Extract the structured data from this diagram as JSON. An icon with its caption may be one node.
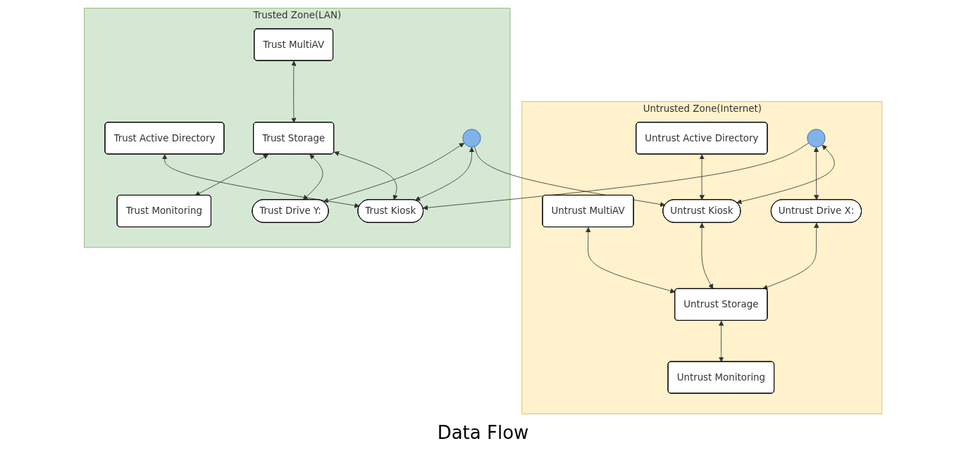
{
  "diagram": {
    "nodes": [
      {
        "text": [
          "Untrusted Zone(Internet)"
        ]
      },
      {
        "text": [
          "Untrust Active Directory"
        ],
        "in": 0
      },
      {
        "text": [
          "Untrust MultiAV"
        ],
        "in": 0
      },
      {
        "text": [],
        "shape": "person",
        "in": 0
      },
      {
        "text": [
          "Untrust Kiosk"
        ],
        "in": 0
      },
      {
        "text": [
          "Untrust Storage"
        ],
        "in": 0
      },
      {
        "text": [
          "Untrust Drive X:"
        ],
        "in": 0
      },
      {
        "text": [
          "Untrust Monitoring"
        ],
        "in": 0
      },
      {
        "text": [
          "Trusted Zone(LAN)"
        ]
      },
      {
        "text": [
          "Trust MultiAV"
        ],
        "in": 8
      },
      {
        "text": [
          "Trust Active Directory"
        ],
        "in": 8
      },
      {
        "text": [
          "Trust Storage"
        ],
        "in": 8
      },
      {
        "text": [
          "Trust Kiosk"
        ],
        "in": 8
      },
      {
        "text": [],
        "shape": "person",
        "in": 8
      },
      {
        "text": [
          "Trust Drive Y:"
        ],
        "in": 8
      },
      {
        "text": [
          "Trust Monitoring"
        ],
        "in": 8
      }
    ],
    "edges": [
      {
        "from": 1,
        "to": 4,
        "arrow": "both"
      },
      {
        "from": 2,
        "to": 5,
        "arrow": "both"
      },
      {
        "from": 3,
        "to": 4,
        "arrow": "both"
      },
      {
        "from": 3,
        "to": 6,
        "arrow": "both"
      },
      {
        "from": 4,
        "to": 5,
        "arrow": "both"
      },
      {
        "from": 6,
        "to": 5,
        "arrow": "both"
      },
      {
        "from": 5,
        "to": 7,
        "arrow": "both"
      },
      {
        "from": 3,
        "to": 12,
        "arrow": "to"
      },
      {
        "from": 13,
        "to": 4,
        "arrow": "to"
      },
      {
        "from": 9,
        "to": 11,
        "arrow": "both"
      },
      {
        "from": 10,
        "to": 12,
        "arrow": "both"
      },
      {
        "from": 11,
        "to": 12,
        "arrow": "both"
      },
      {
        "from": 11,
        "to": 14,
        "arrow": "both"
      },
      {
        "from": 13,
        "to": 12,
        "arrow": "both"
      },
      {
        "from": 13,
        "to": 14,
        "arrow": "both"
      },
      {
        "from": 11,
        "to": 15,
        "arrow": "both"
      }
    ],
    "labels": [
      "Data Flow"
    ]
  }
}
